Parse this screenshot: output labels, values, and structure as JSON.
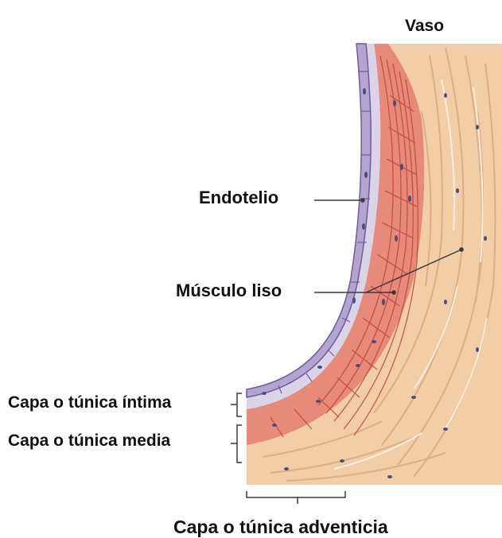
{
  "labels": {
    "vessel": "Vaso",
    "endothelium": "Endotelio",
    "smooth_muscle": "Músculo liso",
    "tunica_intima": "Capa o túnica íntima",
    "tunica_media": "Capa o túnica media",
    "tunica_adventitia": "Capa o túnica adventicia"
  },
  "colors": {
    "endothelium": "#b3a4d0",
    "endothelium_edge": "#6f5d9a",
    "intima_gap": "#d9d4e8",
    "media": "#e7897b",
    "media_fiber": "#c0463e",
    "adventitia": "#f1cda8",
    "adventitia_fiber": "#d9a87f",
    "nucleus": "#4a4f7a",
    "leader_line": "#3a3a3a"
  }
}
